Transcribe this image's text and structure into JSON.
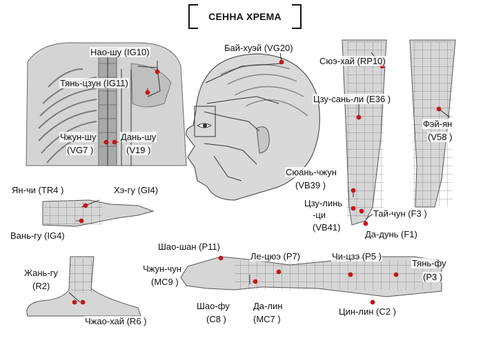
{
  "title": "СЕННА ХРЕМА",
  "colors": {
    "point": "#c0181c",
    "skin": "#dcdcdc",
    "outline": "#555555",
    "meridian": "#444444"
  },
  "points": {
    "nao_shu": "Нао-шу (IG10)",
    "tian_zong": "Тянь-цзун (IG11)",
    "zhong_shu": "Чжун-шу",
    "zhong_shu_code": "(VG7 )",
    "dan_shu": "Дань-шу",
    "dan_shu_code": "(V19 )",
    "bai_hui": "Бай-хуэй (VG20)",
    "xue_hai": "Сюэ-хай (RP10)",
    "zu_san_li": "Цзу-сань-ли (E36 )",
    "fei_yang": "Фэй-ян",
    "fei_yang_code": "(V58 )",
    "xuan_zhong": "Сюань-чжун",
    "xuan_zhong_code": "(VB39 )",
    "zu_lin_qi_1": "Цзу-линь",
    "zu_lin_qi_2": "-ци",
    "zu_lin_qi_code": "(VB41)",
    "tai_chong": "Тай-чун (F3 )",
    "da_dun": "Да-дунь (F1)",
    "yang_chi": "Ян-чи (TR4 )",
    "he_gu": "Хэ-гу (GI4)",
    "wan_gu": "Вань-гу (IG4)",
    "shao_shang": "Шао-шан (P11)",
    "lie_que": "Ле-цюэ (P7)",
    "chi_ze": "Чи-цзэ (P5 )",
    "tian_fu": "Тянь-фу",
    "tian_fu_code": "(P3 )",
    "zhong_chong": "Чжун-чун",
    "zhong_chong_code": "(MC9 )",
    "shao_fu": "Шао-фу",
    "shao_fu_code": "(C8 )",
    "da_ling": "Да-лин",
    "da_ling_code": "(MC7 )",
    "qing_ling": "Цин-лин (C2 )",
    "ran_gu": "Жань-гу",
    "ran_gu_code": "(R2)",
    "zhao_hai": "Чжао-хай (R6 )"
  }
}
